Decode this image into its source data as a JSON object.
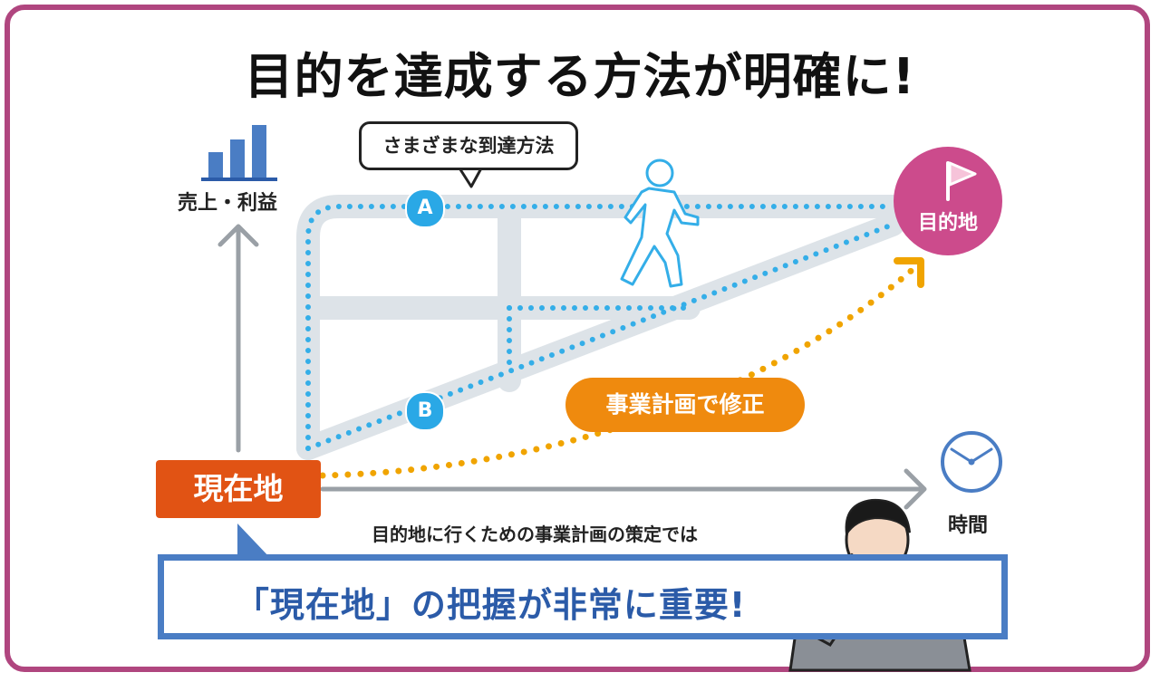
{
  "title": {
    "main": "目的を達成する方法が明確に!"
  },
  "bubble": {
    "text": "さまざまな到達方法"
  },
  "axes": {
    "y_label": "売上・利益",
    "x_label": "時間"
  },
  "current_location": {
    "label": "現在地"
  },
  "goal": {
    "label": "目的地"
  },
  "routes": {
    "a_label": "A",
    "b_label": "B"
  },
  "plan": {
    "label": "事業計画で修正"
  },
  "message": {
    "subline": "目的地に行くための事業計画の策定では",
    "headline": "「現在地」の把握が非常に重要!"
  },
  "colors": {
    "frame": "#b0467f",
    "route_dots": "#34aee8",
    "road": "#dde3e8",
    "current": "#e15314",
    "goal": "#cc4b8c",
    "plan": "#ef8a0e",
    "box": "#4a7dc4",
    "chart_bars": "#4a7dc4"
  },
  "icons": {
    "chart": "bar-chart-icon",
    "clock": "clock-icon",
    "flag": "flag-icon",
    "walker": "walking-person-icon",
    "person": "businessman-thinking-icon"
  }
}
